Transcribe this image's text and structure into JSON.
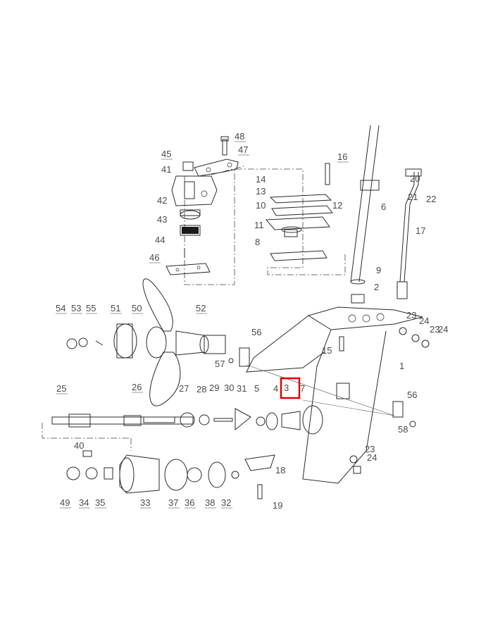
{
  "diagram": {
    "highlight_label": "3",
    "callouts": [
      "1",
      "2",
      "3",
      "4",
      "5",
      "6",
      "7",
      "8",
      "9",
      "10",
      "11",
      "12",
      "13",
      "14",
      "15",
      "16",
      "17",
      "18",
      "19",
      "20",
      "21",
      "22",
      "23",
      "24",
      "25",
      "26",
      "27",
      "28",
      "29",
      "30",
      "31",
      "32",
      "33",
      "34",
      "35",
      "36",
      "37",
      "38",
      "40",
      "41",
      "42",
      "43",
      "44",
      "45",
      "46",
      "47",
      "48",
      "49",
      "50",
      "51",
      "52",
      "53",
      "54",
      "55",
      "56",
      "57",
      "58"
    ],
    "colors": {
      "line": "#2a2a2a",
      "label": "#4a4a4a",
      "highlight": "#e00000",
      "background": "#ffffff"
    }
  }
}
